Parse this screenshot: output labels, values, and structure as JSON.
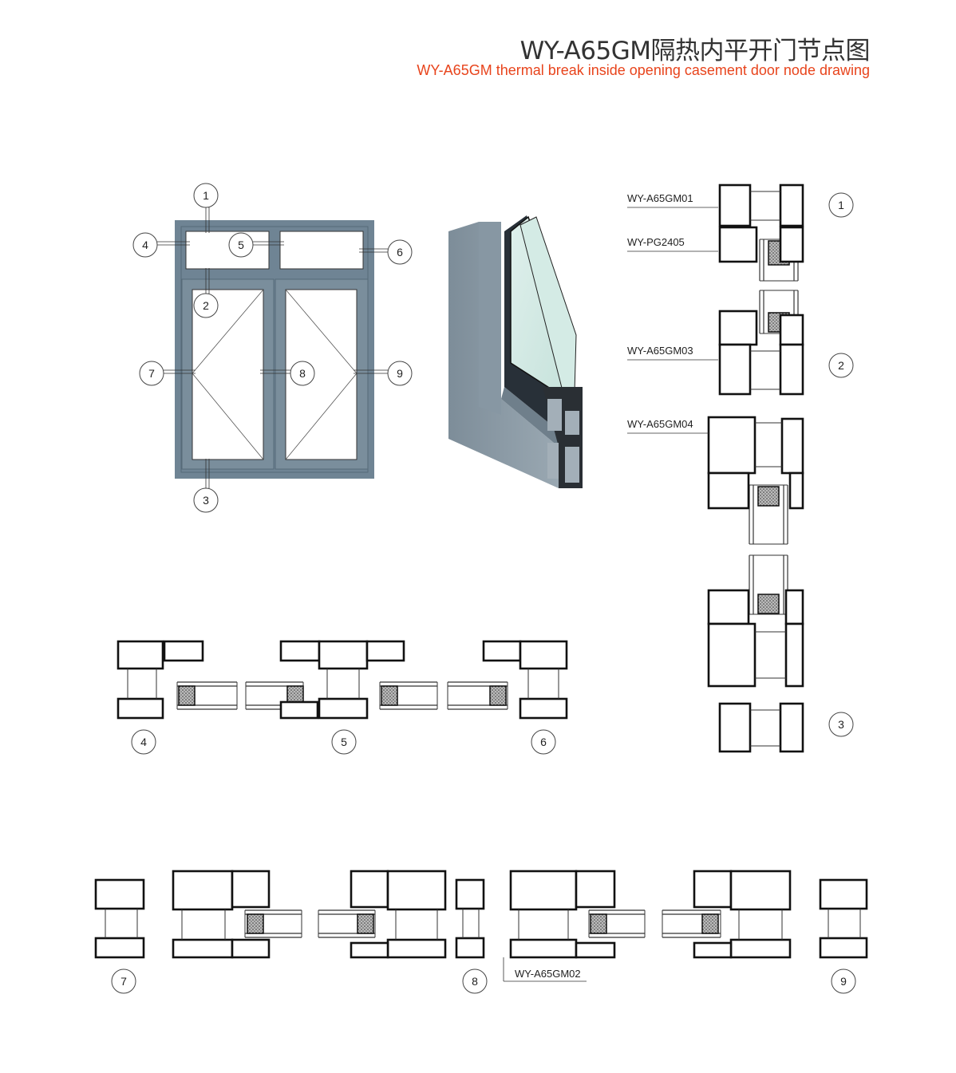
{
  "header": {
    "title": "WY-A65GM隔热内平开门节点图",
    "subtitle": "WY-A65GM thermal break inside opening casement door node drawing"
  },
  "elevation": {
    "frame_color": "#6f8494",
    "callouts": [
      "1",
      "2",
      "3",
      "4",
      "5",
      "6",
      "7",
      "8",
      "9"
    ]
  },
  "vertical_section": {
    "labels": [
      "WY-A65GM01",
      "WY-PG2405",
      "WY-A65GM03",
      "WY-A65GM04"
    ],
    "callouts": [
      "1",
      "2",
      "3"
    ]
  },
  "horizontal_upper": {
    "callouts": [
      "4",
      "5",
      "6"
    ]
  },
  "horizontal_lower": {
    "callouts": [
      "7",
      "8",
      "9"
    ],
    "label": "WY-A65GM02"
  }
}
